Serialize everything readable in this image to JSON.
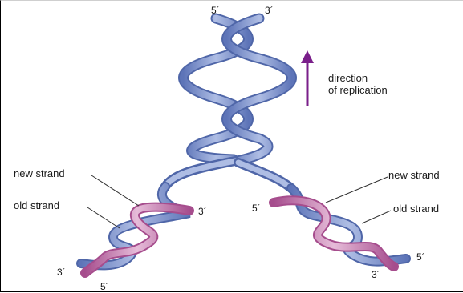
{
  "direction_label_line1": "direction",
  "direction_label_line2": "of replication",
  "left_fork": {
    "new_strand_label": "new strand",
    "old_strand_label": "old strand"
  },
  "right_fork": {
    "new_strand_label": "new strand",
    "old_strand_label": "old strand"
  },
  "end_labels": {
    "top_five_prime": "5´",
    "top_three_prime": "3´",
    "left_three_prime_upper": "3´",
    "left_three_prime_lower": "3´",
    "left_five_prime_lower": "5´",
    "right_five_prime_upper": "5´",
    "right_five_prime_lower": "5´",
    "right_three_prime_lower": "3´"
  },
  "colors": {
    "parent_strand": "#7f95cf",
    "old_strand_light": "#d7dced",
    "new_strand": "#b8629f",
    "new_strand_light": "#e6bcd9",
    "arrow": "#7a1f8a"
  }
}
